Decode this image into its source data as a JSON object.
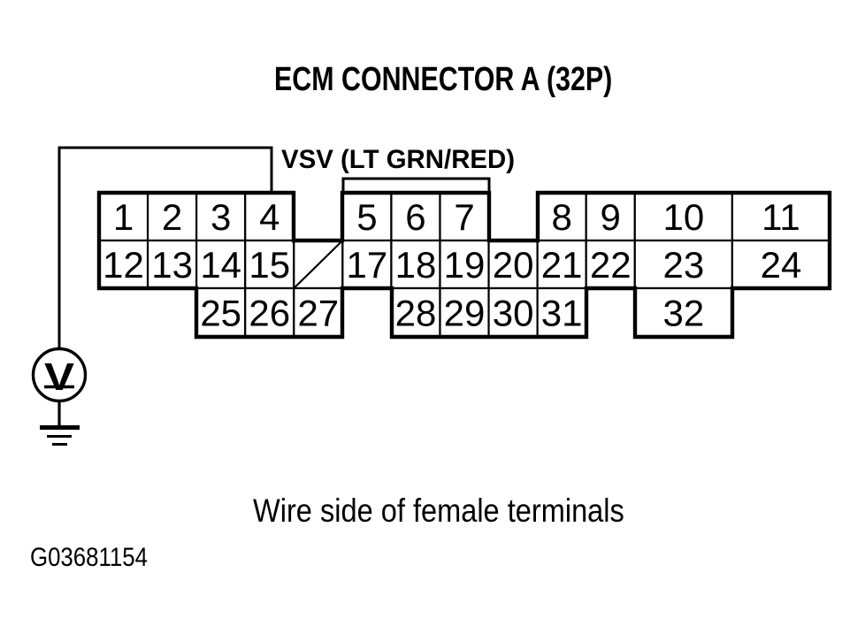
{
  "title": "ECM CONNECTOR A (32P)",
  "wire_label": "VSV (LT GRN/RED)",
  "caption": "Wire side of female terminals",
  "figure_id": "G03681154",
  "meter_symbol": "V",
  "colors": {
    "ink": "#000000",
    "paper": "#ffffff"
  },
  "connector": {
    "pin_count_label": "32P",
    "pins": [
      {
        "label": "1",
        "row": 0,
        "col": 0,
        "span": 1
      },
      {
        "label": "2",
        "row": 0,
        "col": 1,
        "span": 1
      },
      {
        "label": "3",
        "row": 0,
        "col": 2,
        "span": 1
      },
      {
        "label": "4",
        "row": 0,
        "col": 3,
        "span": 1
      },
      {
        "label": "5",
        "row": 0,
        "col": 5,
        "span": 1
      },
      {
        "label": "6",
        "row": 0,
        "col": 6,
        "span": 1
      },
      {
        "label": "7",
        "row": 0,
        "col": 7,
        "span": 1
      },
      {
        "label": "8",
        "row": 0,
        "col": 9,
        "span": 1
      },
      {
        "label": "9",
        "row": 0,
        "col": 10,
        "span": 1
      },
      {
        "label": "10",
        "row": 0,
        "col": 11,
        "span": 2
      },
      {
        "label": "11",
        "row": 0,
        "col": 13,
        "span": 2
      },
      {
        "label": "12",
        "row": 1,
        "col": 0,
        "span": 1
      },
      {
        "label": "13",
        "row": 1,
        "col": 1,
        "span": 1
      },
      {
        "label": "14",
        "row": 1,
        "col": 2,
        "span": 1
      },
      {
        "label": "15",
        "row": 1,
        "col": 3,
        "span": 1
      },
      {
        "label": "",
        "row": 1,
        "col": 4,
        "span": 1,
        "slashed": true
      },
      {
        "label": "17",
        "row": 1,
        "col": 5,
        "span": 1
      },
      {
        "label": "18",
        "row": 1,
        "col": 6,
        "span": 1
      },
      {
        "label": "19",
        "row": 1,
        "col": 7,
        "span": 1
      },
      {
        "label": "20",
        "row": 1,
        "col": 8,
        "span": 1
      },
      {
        "label": "21",
        "row": 1,
        "col": 9,
        "span": 1
      },
      {
        "label": "22",
        "row": 1,
        "col": 10,
        "span": 1
      },
      {
        "label": "23",
        "row": 1,
        "col": 11,
        "span": 2
      },
      {
        "label": "24",
        "row": 1,
        "col": 13,
        "span": 2
      },
      {
        "label": "25",
        "row": 2,
        "col": 2,
        "span": 1
      },
      {
        "label": "26",
        "row": 2,
        "col": 3,
        "span": 1
      },
      {
        "label": "27",
        "row": 2,
        "col": 4,
        "span": 1
      },
      {
        "label": "28",
        "row": 2,
        "col": 6,
        "span": 1
      },
      {
        "label": "29",
        "row": 2,
        "col": 7,
        "span": 1
      },
      {
        "label": "30",
        "row": 2,
        "col": 8,
        "span": 1
      },
      {
        "label": "31",
        "row": 2,
        "col": 9,
        "span": 1
      },
      {
        "label": "32",
        "row": 2,
        "col": 11,
        "span": 2
      }
    ]
  }
}
